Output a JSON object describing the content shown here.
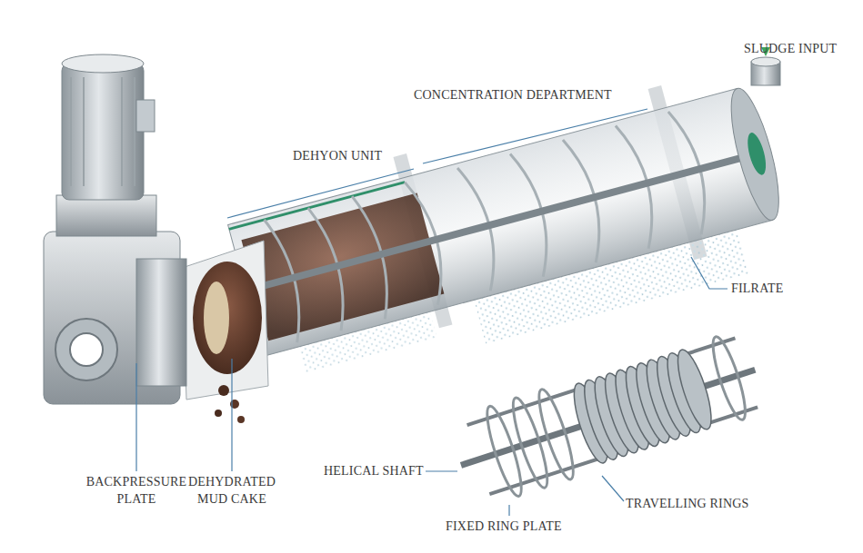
{
  "diagram": {
    "labels": [
      "SLUDGE INPUT",
      "CONCENTRATION DEPARTMENT",
      "DEHYON UNIT",
      "FILRATE",
      "BACKPRESSURE PLATE",
      "DEHYDRATED MUD CAKE",
      "HELICAL SHAFT",
      "TRAVELLING RINGS",
      "FIXED RING PLATE"
    ]
  }
}
